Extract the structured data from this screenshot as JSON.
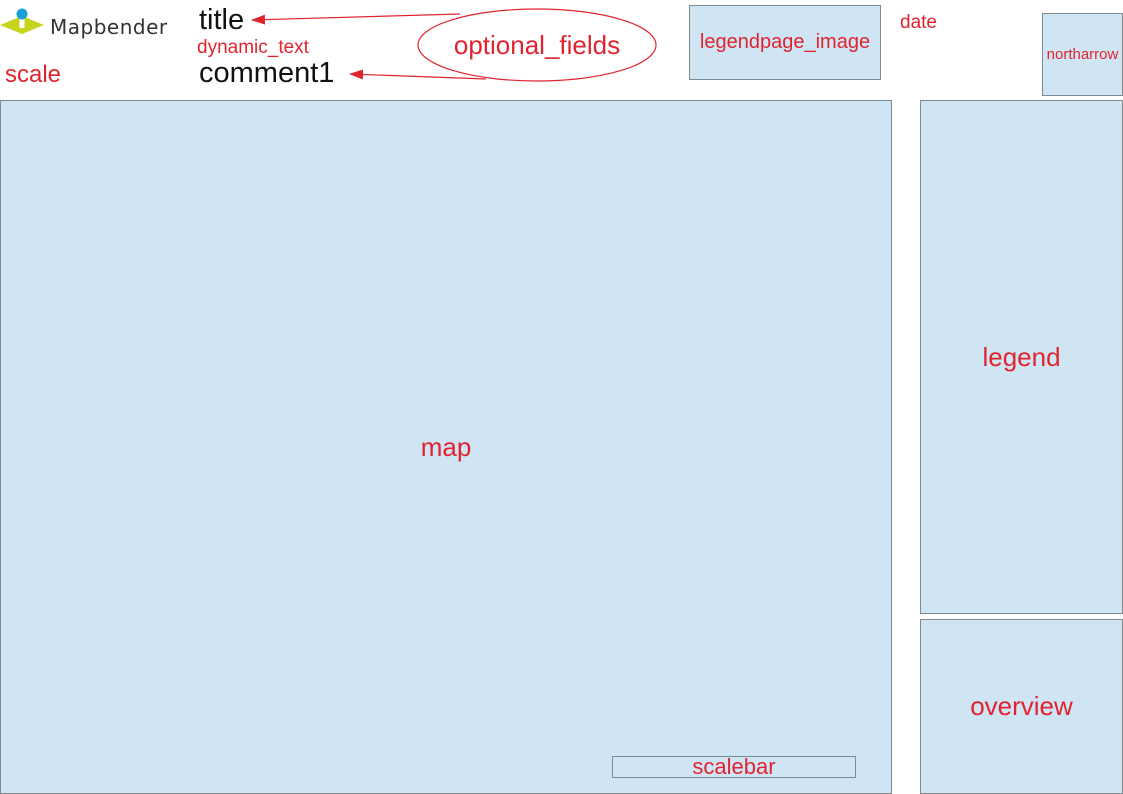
{
  "logo": {
    "text": "Mapbender",
    "colors": {
      "dot": "#1a9fd9",
      "diamond": "#c7d41e"
    }
  },
  "fields": {
    "title": "title",
    "dynamic_text": "dynamic_text",
    "comment1": "comment1",
    "scale": "scale",
    "date": "date",
    "optional_fields": "optional_fields"
  },
  "boxes": {
    "legendpage_image": "legendpage_image",
    "northarrow": "northarrow",
    "map": "map",
    "legend": "legend",
    "overview": "overview",
    "scalebar": "scalebar"
  },
  "colors": {
    "label_red": "#e0242f",
    "box_fill": "#d0e5f3",
    "box_border": "#7f8a93"
  }
}
